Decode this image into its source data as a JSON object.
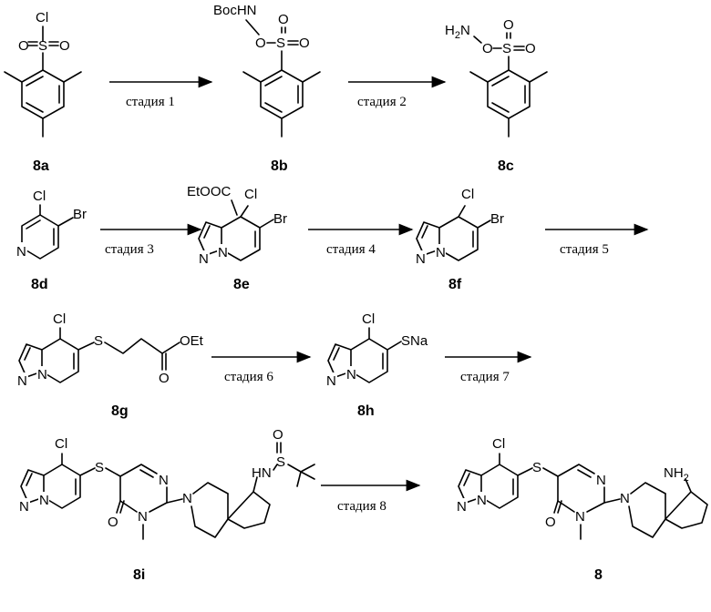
{
  "compounds": {
    "c8a": {
      "label": "8a"
    },
    "c8b": {
      "label": "8b"
    },
    "c8c": {
      "label": "8c"
    },
    "c8d": {
      "label": "8d"
    },
    "c8e": {
      "label": "8e"
    },
    "c8f": {
      "label": "8f"
    },
    "c8g": {
      "label": "8g"
    },
    "c8h": {
      "label": "8h"
    },
    "c8i": {
      "label": "8i"
    },
    "c8": {
      "label": "8"
    }
  },
  "steps": [
    {
      "label": "стадия 1"
    },
    {
      "label": "стадия 2"
    },
    {
      "label": "стадия 3"
    },
    {
      "label": "стадия 4"
    },
    {
      "label": "стадия 5"
    },
    {
      "label": "стадия 6"
    },
    {
      "label": "стадия 7"
    },
    {
      "label": "стадия 8"
    }
  ],
  "atoms": {
    "cl": "Cl",
    "s": "S",
    "o": "O",
    "n": "N",
    "br": "Br",
    "bochn": "BocHN",
    "h2": "H",
    "h2sub": "2",
    "h2n_n": "N",
    "eto_oc": "EtOOC",
    "oet": "OEt",
    "sna": "SNa",
    "hn": "HN",
    "nh2": "NH",
    "nh2sub": "2"
  },
  "colors": {
    "ink": "#000000",
    "background": "#ffffff"
  }
}
